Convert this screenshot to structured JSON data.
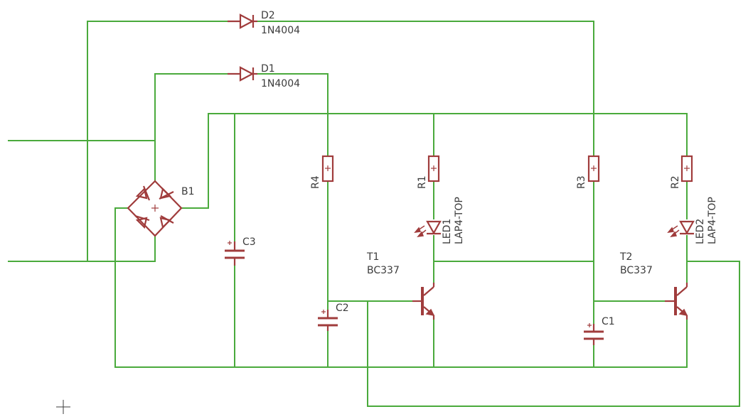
{
  "colors": {
    "wire": "#4aaa3c",
    "symbol": "#a03c3c",
    "text": "#3c3c3c",
    "background": "#ffffff"
  },
  "components": {
    "D2": {
      "name": "D2",
      "value": "1N4004"
    },
    "D1": {
      "name": "D1",
      "value": "1N4004"
    },
    "B1": {
      "name": "B1"
    },
    "R4": {
      "name": "R4"
    },
    "R1": {
      "name": "R1"
    },
    "R3": {
      "name": "R3"
    },
    "R2": {
      "name": "R2"
    },
    "C3": {
      "name": "C3"
    },
    "C2": {
      "name": "C2"
    },
    "C1": {
      "name": "C1"
    },
    "LED1": {
      "name": "LED1",
      "value": "LAP4-TOP"
    },
    "LED2": {
      "name": "LED2",
      "value": "LAP4-TOP"
    },
    "T1": {
      "name": "T1",
      "value": "BC337"
    },
    "T2": {
      "name": "T2",
      "value": "BC337"
    }
  }
}
